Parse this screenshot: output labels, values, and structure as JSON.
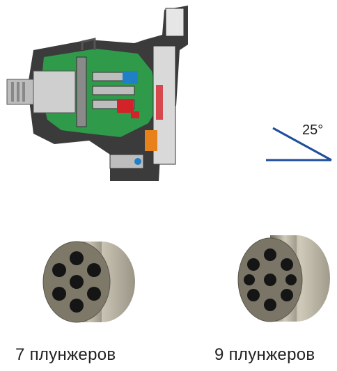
{
  "diagram": {
    "angle_label": "25°",
    "line_color": "#1f4e9c"
  },
  "blocks": [
    {
      "count_label": "7  плунжеров",
      "plungers": 7
    },
    {
      "count_label": "9  плунжеров",
      "plungers": 9
    }
  ],
  "colors": {
    "housing_green": "#2f9a4a",
    "housing_dark": "#3b3b3b",
    "metal": "#bdbdbd",
    "accent_red": "#d2232a",
    "accent_blue": "#1f7fc7",
    "accent_orange": "#e8811a"
  }
}
